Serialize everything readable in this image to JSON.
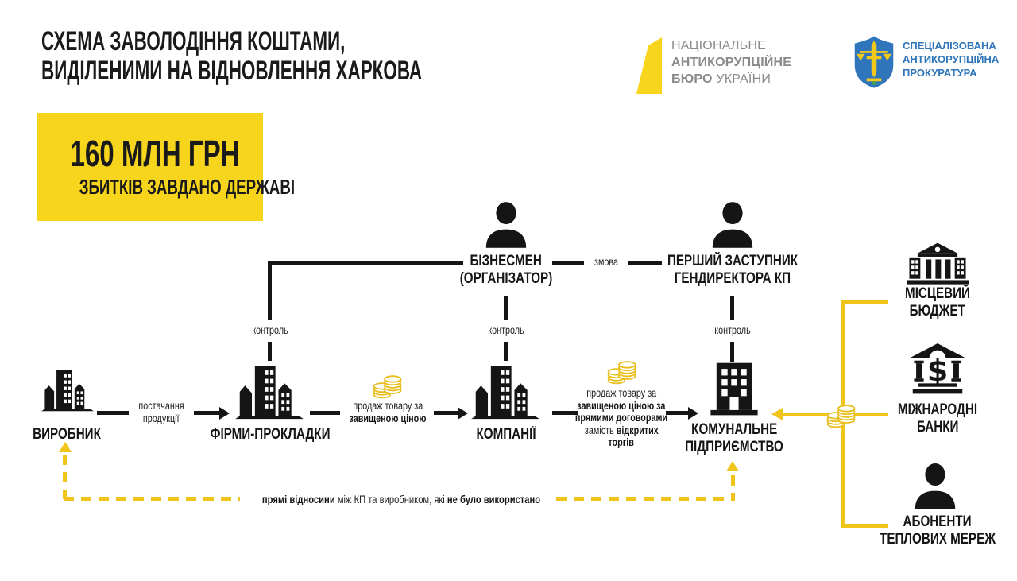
{
  "title": {
    "line1": "СХЕМА ЗАВОЛОДІННЯ КОШТАМИ,",
    "line2": "ВИДІЛЕНИМИ НА ВІДНОВЛЕННЯ ХАРКОВА"
  },
  "stat_box": {
    "amount": "160 МЛН ГРН",
    "caption": "ЗБИТКІВ ЗАВДАНО ДЕРЖАВІ"
  },
  "logos": {
    "nabu": {
      "line1": "НАЦІОНАЛЬНЕ",
      "line2": "АНТИКОРУПЦІЙНЕ",
      "line3_bold": "БЮРО",
      "line3_rest": "УКРАЇНИ"
    },
    "sap": {
      "line1": "СПЕЦІАЛІЗОВАНА",
      "line2": "АНТИКОРУПЦІЙНА",
      "line3": "ПРОКУРАТУРА"
    }
  },
  "nodes": {
    "producer": {
      "label": "ВИРОБНИК"
    },
    "shell_firms": {
      "label": "ФІРМИ-ПРОКЛАДКИ"
    },
    "companies": {
      "label": "КОМПАНІЇ"
    },
    "utility_company": {
      "line1": "КОМУНАЛЬНЕ",
      "line2": "ПІДПРИЄМСТВО"
    },
    "businessman": {
      "line1": "БІЗНЕСМЕН",
      "line2": "(ОРГАНІЗАТОР)"
    },
    "first_deputy": {
      "line1": "ПЕРШИЙ ЗАСТУПНИК",
      "line2": "ГЕНДИРЕКТОРА КП"
    },
    "local_budget": {
      "line1": "МІСЦЕВИЙ",
      "line2": "БЮДЖЕТ"
    },
    "international_banks": {
      "line1": "МІЖНАРОДНІ",
      "line2": "БАНКИ"
    },
    "heat_subscribers": {
      "line1": "АБОНЕНТИ",
      "line2": "ТЕПЛОВИХ МЕРЕЖ"
    }
  },
  "edges": {
    "supply": {
      "line1": "постачання",
      "line2": "продукції"
    },
    "overpriced_sale": {
      "line1": "продаж товару за",
      "line2_bold": "завищеною ціною"
    },
    "direct_contracts_sale": {
      "line1": "продаж товару за",
      "line2_bold": "завищеною ціною за",
      "line3_bold": "прямими договорами",
      "line4_regular": "замість",
      "line4_bold": "відкритих",
      "line5_bold": "торгів"
    },
    "control": "контроль",
    "collusion": "змова",
    "direct_relations": {
      "bold1": "прямі відносини",
      "mid": "між КП та виробником, які",
      "bold2": "не було використано"
    }
  },
  "colors": {
    "accent_yellow": "#F7D51C",
    "line_yellow": "#F0C419",
    "black": "#151515",
    "nabu_gray": "#8A8A8A",
    "sap_blue": "#2E75BC"
  }
}
